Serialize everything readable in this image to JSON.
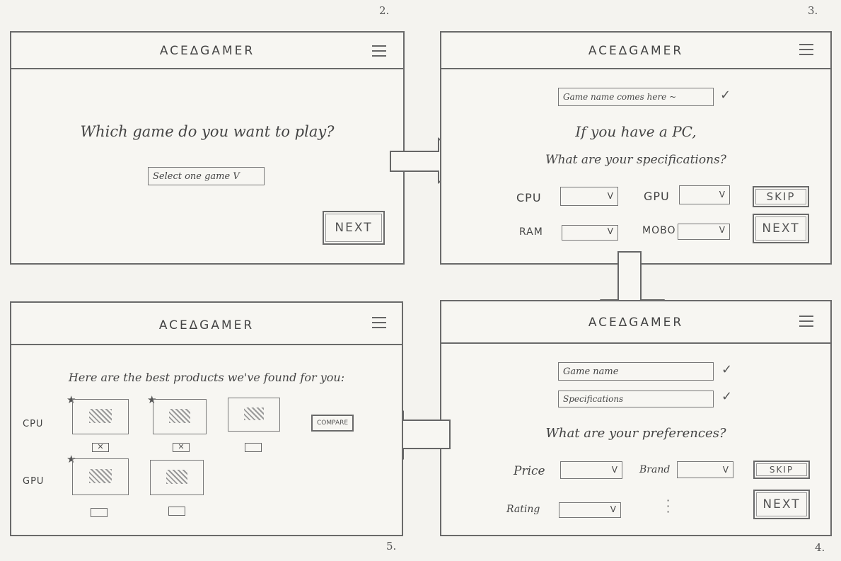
{
  "page_numbers": {
    "s2": "2.",
    "s3": "3.",
    "s4": "4.",
    "s5": "5."
  },
  "brand": "ACE∆GAMER",
  "screen2": {
    "question": "Which game do you want to play?",
    "select": "Select one game V",
    "next": "NEXT"
  },
  "screen3": {
    "game_field": "Game name comes here ~",
    "line1": "If you have a PC,",
    "line2": "What are your specifications?",
    "cpu": "CPU",
    "gpu": "GPU",
    "ram": "RAM",
    "mobo": "MOBO",
    "dropdown_mark": "V",
    "skip": "SKIP",
    "next": "NEXT"
  },
  "screen4": {
    "field1": "Game name",
    "field2": "Specifications",
    "question": "What are your preferences?",
    "price": "Price",
    "brand": "Brand",
    "rating": "Rating",
    "dropdown_mark": "V",
    "skip": "SKIP",
    "next": "NEXT"
  },
  "screen5": {
    "heading": "Here are the best products we've found for you:",
    "cpu": "CPU",
    "gpu": "GPU",
    "compare": "COMPARE"
  },
  "icons": {
    "check": "checkmark-icon",
    "menu": "hamburger-icon",
    "star": "star-icon",
    "arrow": "arrow-icon"
  }
}
